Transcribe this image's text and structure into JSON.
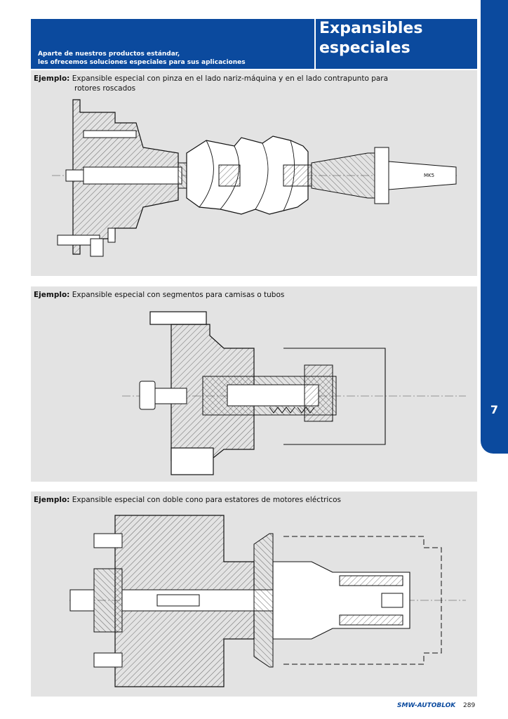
{
  "header": {
    "title_line1": "Expansibles",
    "title_line2": "especiales",
    "subtitle_line1": "Aparte de nuestros productos estándar,",
    "subtitle_line2": "les ofrecemos soluciones especiales para sus aplicaciones"
  },
  "chapter_number": "7",
  "examples": [
    {
      "label": "Ejemplo:",
      "text_line1": "Expansible especial con pinza en el lado nariz-máquina y en el lado contrapunto para",
      "text_line2": "rotores roscados",
      "drawing_label": "MK5"
    },
    {
      "label": "Ejemplo:",
      "text_line1": "Expansible especial con segmentos para camisas o tubos"
    },
    {
      "label": "Ejemplo:",
      "text_line1": "Expansible especial con doble cono para estatores de motores eléctricos"
    }
  ],
  "footer": {
    "brand": "SMW-AUTOBLOK",
    "page": "289"
  },
  "colors": {
    "brand_blue": "#0b4a9e",
    "panel_gray": "#e3e3e3"
  }
}
